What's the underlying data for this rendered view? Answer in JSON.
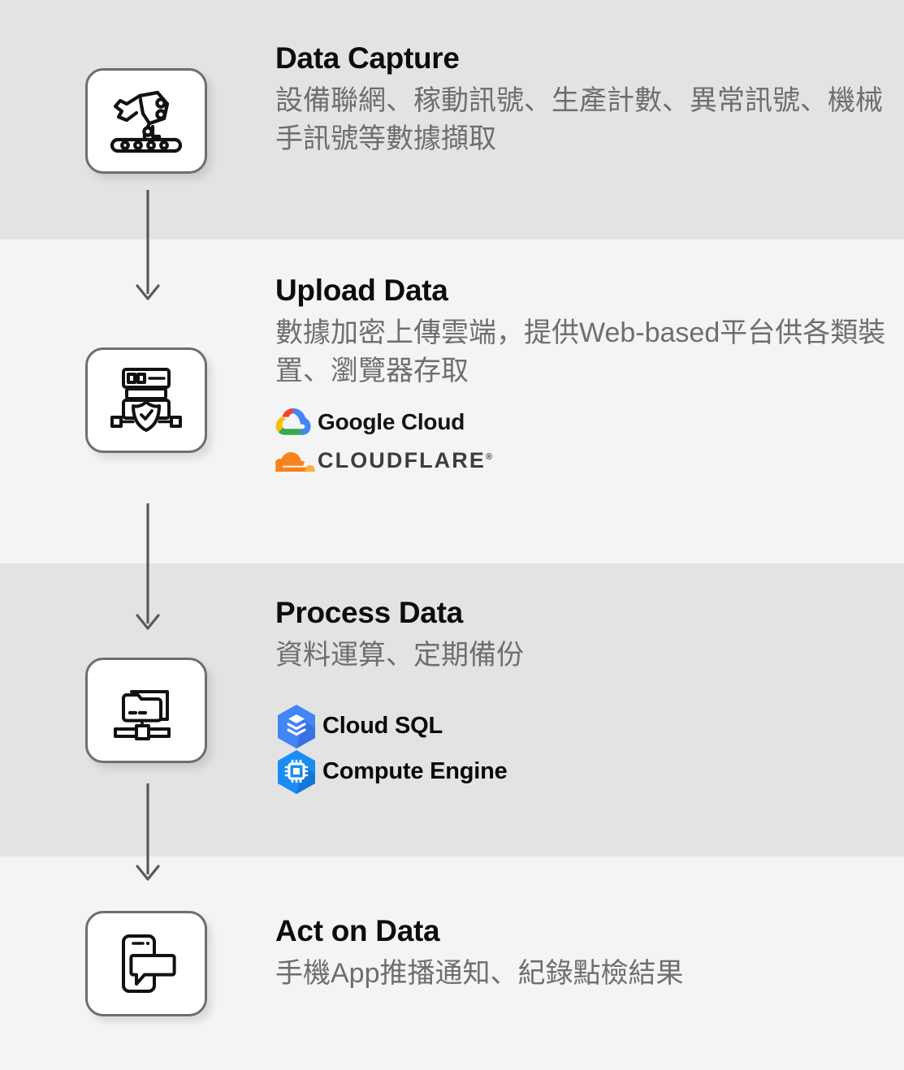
{
  "page": {
    "background_light": "#f4f4f4",
    "background_dark": "#e3e3e3",
    "title_color": "#0d0d0d",
    "body_color": "#6e6e6e",
    "tile_border_color": "#6e6e6e",
    "arrow_color": "#5a5a5a"
  },
  "steps": [
    {
      "id": "data-capture",
      "title": "Data Capture",
      "description": "設備聯網、稼動訊號、生產計數、異常訊號、機械手訊號等數據擷取",
      "icon": "robot-arm-conveyor-icon",
      "logos": []
    },
    {
      "id": "upload-data",
      "title": "Upload Data",
      "description": "數據加密上傳雲端，提供Web-based平台供各類裝置、瀏覽器存取",
      "icon": "secure-server-icon",
      "logos": [
        {
          "name": "Google Cloud",
          "mark": "google-cloud-logo-icon"
        },
        {
          "name": "CLOUDFLARE",
          "mark": "cloudflare-logo-icon",
          "trademark": "®"
        }
      ]
    },
    {
      "id": "process-data",
      "title": "Process Data",
      "description": "資料運算、定期備份",
      "icon": "network-folder-icon",
      "logos": [
        {
          "name": "Cloud SQL",
          "mark": "cloud-sql-hex-icon"
        },
        {
          "name": "Compute Engine",
          "mark": "compute-engine-hex-icon"
        }
      ]
    },
    {
      "id": "act-on-data",
      "title": "Act on Data",
      "description": "手機App推播通知、紀錄點檢結果",
      "icon": "phone-message-icon",
      "logos": []
    }
  ],
  "connectors": [
    {
      "from": "data-capture",
      "to": "upload-data"
    },
    {
      "from": "upload-data",
      "to": "process-data"
    },
    {
      "from": "process-data",
      "to": "act-on-data"
    }
  ],
  "brand_colors": {
    "google_red": "#EA4335",
    "google_blue": "#4285F4",
    "google_yellow": "#FBBC05",
    "google_green": "#34A853",
    "cloudflare_orange": "#F6821F",
    "cloudflare_light_orange": "#FBAD41",
    "gcp_hex_blue": "#4285F4",
    "gcp_hex_dark": "#3367D6",
    "gcp_hex_light": "#1A8DF5"
  }
}
